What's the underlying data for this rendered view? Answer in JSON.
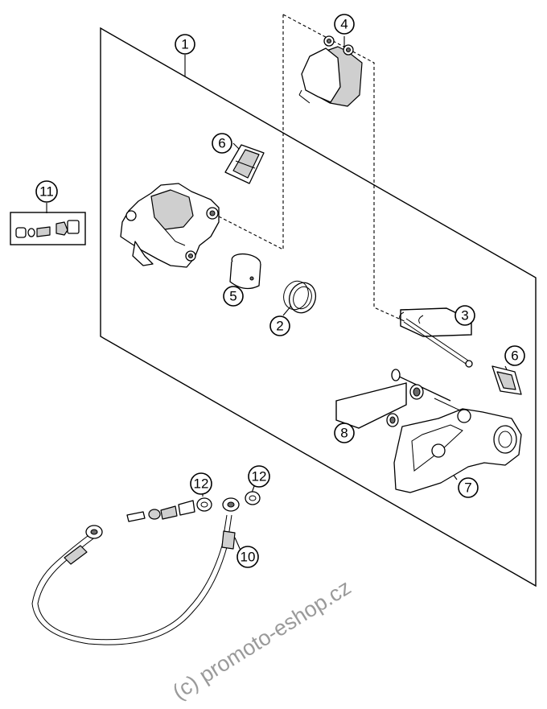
{
  "callouts": {
    "c1": "1",
    "c2": "2",
    "c3": "3",
    "c4": "4",
    "c5": "5",
    "c6a": "6",
    "c6b": "6",
    "c7": "7",
    "c8": "8",
    "c10": "10",
    "c11": "11",
    "c12a": "12",
    "c12b": "12"
  },
  "watermark": "(c) promoto-eshop.cz",
  "colors": {
    "line": "#000000",
    "background": "#ffffff",
    "shade": "#cfcfcf",
    "watermark": "#9a9a9a"
  }
}
